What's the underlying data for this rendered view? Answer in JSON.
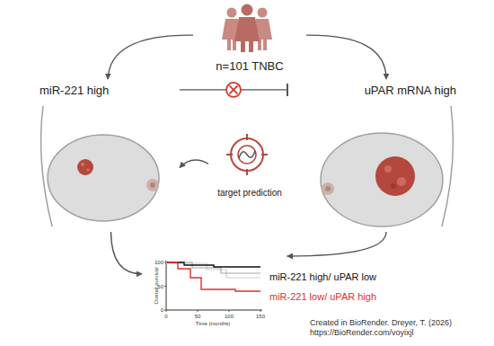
{
  "diagram": {
    "nodes": [
      {
        "text": [
          "n=101 TNBC"
        ]
      },
      {
        "text": [
          "miR-221 high"
        ]
      },
      {
        "text": [
          "uPAR mRNA high"
        ]
      },
      {
        "text": [
          "target prediction"
        ]
      },
      {
        "text": [
          "miR-221 high/ uPAR low",
          "miR-221 low/ uPAR high"
        ]
      }
    ],
    "edges": [
      {
        "from": 0,
        "to": 1,
        "arrow": "to"
      },
      {
        "from": 0,
        "to": 2,
        "arrow": "to"
      },
      {
        "from": 1,
        "to": 2,
        "arrow": "to"
      },
      {
        "from": 3,
        "to": 1,
        "arrow": "to"
      },
      {
        "from": 1,
        "to": 4,
        "arrow": "to"
      },
      {
        "from": 2,
        "to": 4,
        "arrow": "to"
      }
    ],
    "labels": [
      "Overall survival",
      "100",
      "50",
      "0",
      "0",
      "50",
      "100",
      "150",
      "Time (months)",
      "Created in BioRender. Dreyer, T. (2026) https://BioRender.com/voyixjl"
    ]
  }
}
